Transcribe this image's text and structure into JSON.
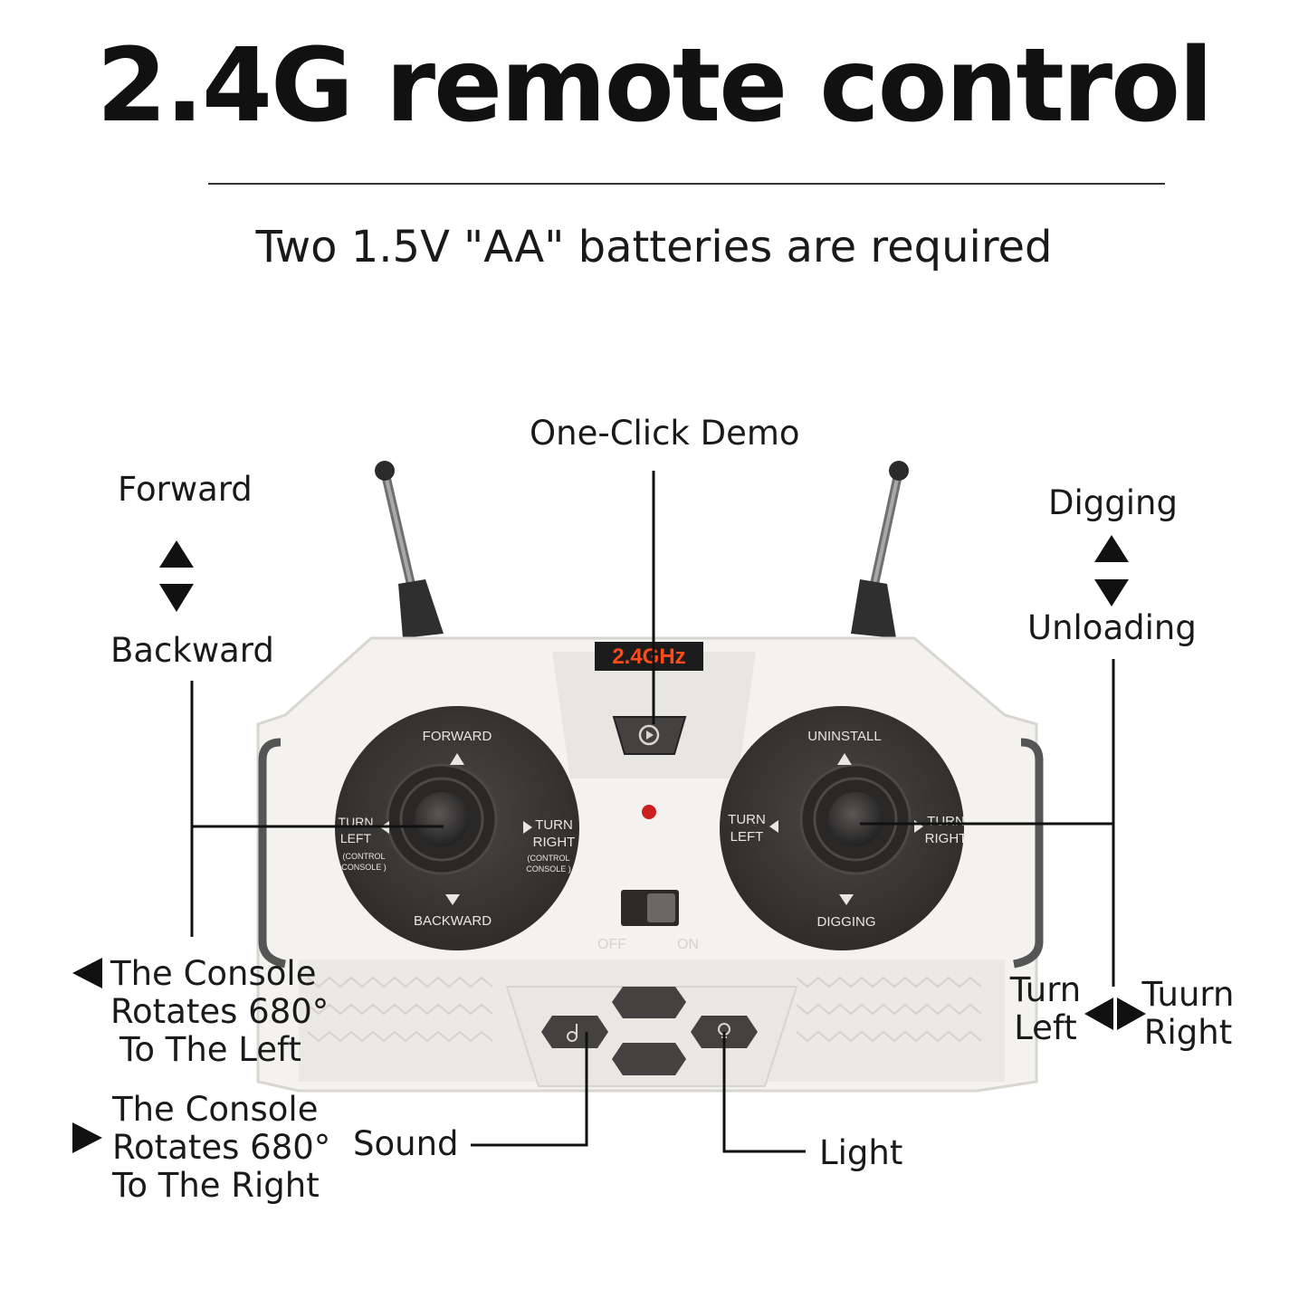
{
  "title": "2.4G remote control",
  "subtitle": "Two 1.5V \"AA\" batteries are required",
  "colors": {
    "background": "#ffffff",
    "remote_body": "#f3f2ee",
    "remote_panel": "#e6e4de",
    "joystick_pad": "#3a3836",
    "button": "#444241",
    "badge_bg": "#1c1c1c",
    "badge_text": "#ff4a1a",
    "led": "#cc1f1f",
    "callout_line": "#111111"
  },
  "callouts": {
    "one_click_demo": "One-Click Demo",
    "forward": "Forward",
    "backward": "Backward",
    "digging": "Digging",
    "unloading": "Unloading",
    "rotate_left": [
      "The Console",
      "Rotates 680°",
      "To The Left"
    ],
    "rotate_right": [
      "The Console",
      "Rotates 680°",
      "To The Right"
    ],
    "turn_left": [
      "Turn",
      "Left"
    ],
    "tuurn_right": [
      "Tuurn",
      "Right"
    ],
    "sound": "Sound",
    "light": "Light"
  },
  "remote": {
    "badge": "2.4GHz",
    "left_stick": {
      "up": "FORWARD",
      "down": "BACKWARD",
      "left": [
        "TURN",
        "LEFT"
      ],
      "left_note": [
        "(CONTROL",
        "CONSOLE )"
      ],
      "right": [
        "TURN",
        "RIGHT"
      ],
      "right_note": [
        "(CONTROL",
        "CONSOLE )"
      ]
    },
    "right_stick": {
      "up": "UNINSTALL",
      "down": "DIGGING",
      "left": [
        "TURN",
        "LEFT"
      ],
      "right": [
        "TURN",
        "RIGHT"
      ]
    },
    "switch": {
      "off": "OFF",
      "on": "ON"
    }
  }
}
